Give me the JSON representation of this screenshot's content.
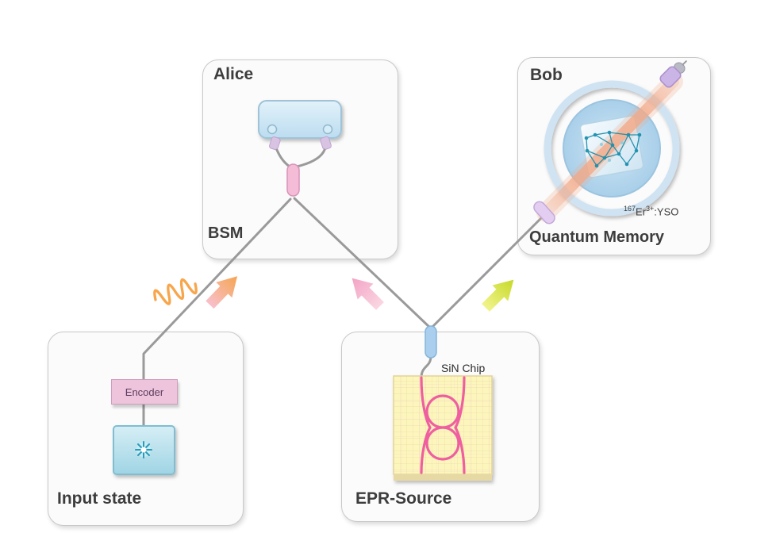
{
  "figure": {
    "alice": {
      "title": "Alice",
      "caption": "BSM"
    },
    "bob": {
      "title": "Bob",
      "caption": "Quantum Memory",
      "material": {
        "iso": "167",
        "el": "Er",
        "charge": "3+",
        "host": ":YSO"
      }
    },
    "input_state": {
      "caption": "Input state",
      "encoder": "Encoder"
    },
    "epr_source": {
      "caption": "EPR-Source",
      "chip": "SiN Chip"
    }
  },
  "colors": {
    "fiber": "#9a9a9a",
    "waveguide_pink": "#ef5fa0",
    "photon_orange": "#f7a64b",
    "arrow_orange": "#f5a048",
    "arrow_pink": "#f6b6cc",
    "arrow_green": "#cddf3a",
    "device_blue": "#cfe6f4",
    "memory_ring": "#cfe3f2",
    "chip_yellow": "#fcf6bd",
    "beam_orange": "#f2a988",
    "network_teal": "#1b8fae",
    "connector_pink": "#f4bcd6",
    "connector_blue": "#aacfee",
    "connector_lavender": "#e3cdf0"
  }
}
